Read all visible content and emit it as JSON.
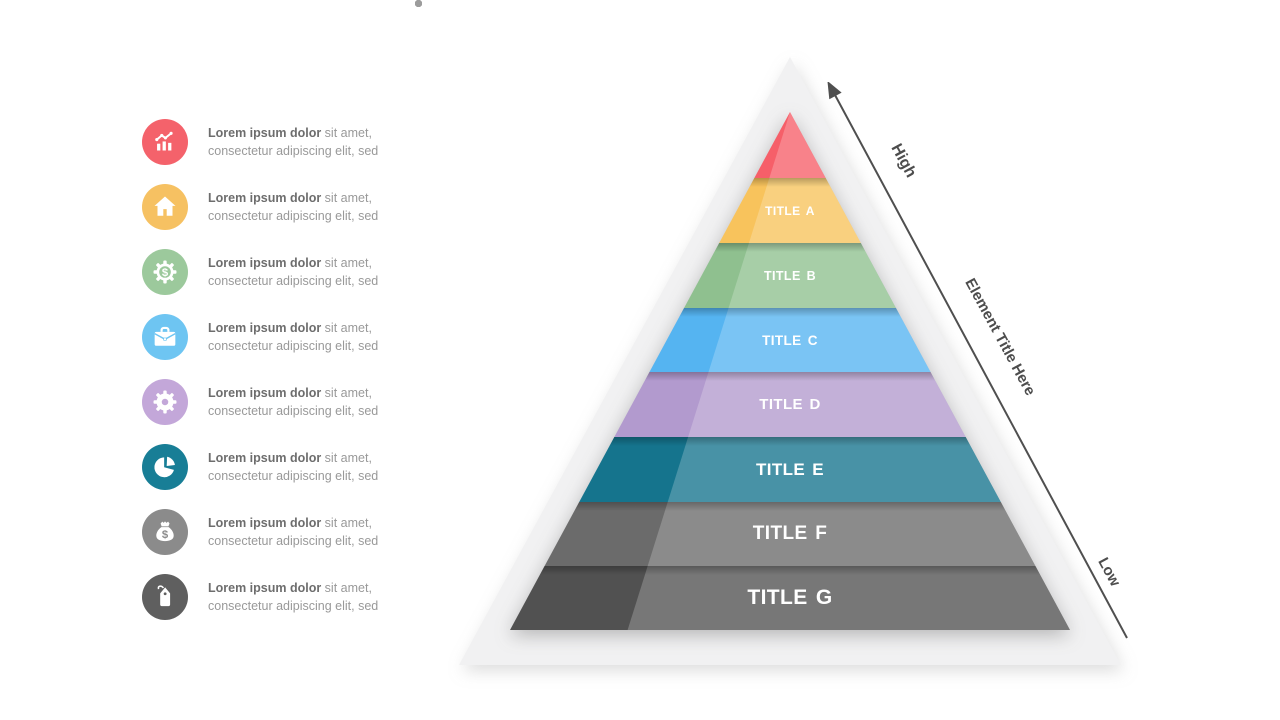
{
  "list": {
    "items": [
      {
        "icon": "chart-trend-icon",
        "color": "#f4626b",
        "lead": "Lorem ipsum dolor",
        "line1_rest": " sit amet,",
        "line2": "consectetur adipiscing elit, sed"
      },
      {
        "icon": "home-icon",
        "color": "#f6c162",
        "lead": "Lorem ipsum dolor",
        "line1_rest": " sit amet,",
        "line2": "consectetur adipiscing elit, sed"
      },
      {
        "icon": "gear-dollar-icon",
        "color": "#9cc99c",
        "lead": "Lorem ipsum dolor",
        "line1_rest": " sit amet,",
        "line2": "consectetur adipiscing elit, sed"
      },
      {
        "icon": "briefcase-icon",
        "color": "#6ec5f2",
        "lead": "Lorem ipsum dolor",
        "line1_rest": " sit amet,",
        "line2": "consectetur adipiscing elit, sed"
      },
      {
        "icon": "gear-icon",
        "color": "#c3a7d9",
        "lead": "Lorem ipsum dolor",
        "line1_rest": " sit amet,",
        "line2": "consectetur adipiscing elit, sed"
      },
      {
        "icon": "pie-chart-icon",
        "color": "#187e96",
        "lead": "Lorem ipsum dolor",
        "line1_rest": " sit amet,",
        "line2": "consectetur adipiscing elit, sed"
      },
      {
        "icon": "money-bag-icon",
        "color": "#8b8b8b",
        "lead": "Lorem ipsum dolor",
        "line1_rest": " sit amet,",
        "line2": "consectetur adipiscing elit, sed"
      },
      {
        "icon": "price-tag-icon",
        "color": "#5f5f5f",
        "lead": "Lorem ipsum dolor",
        "line1_rest": " sit amet,",
        "line2": "consectetur adipiscing elit, sed"
      }
    ]
  },
  "pyramid": {
    "background_triangle_color": "#f1f1f2",
    "bands": [
      {
        "label": "",
        "color": "#f65f69"
      },
      {
        "label": "TITLE A",
        "color": "#f8c35c"
      },
      {
        "label": "TITLE B",
        "color": "#8fc08f"
      },
      {
        "label": "TITLE C",
        "color": "#55b4f1"
      },
      {
        "label": "TITLE D",
        "color": "#b29ace"
      },
      {
        "label": "TITLE E",
        "color": "#15748d"
      },
      {
        "label": "TITLE F",
        "color": "#6b6b6b"
      },
      {
        "label": "TITLE G",
        "color": "#515151"
      }
    ]
  },
  "axis": {
    "high": "High",
    "middle": "Element Title Here",
    "low": "Low",
    "arrow_color": "#4f4f4f"
  }
}
